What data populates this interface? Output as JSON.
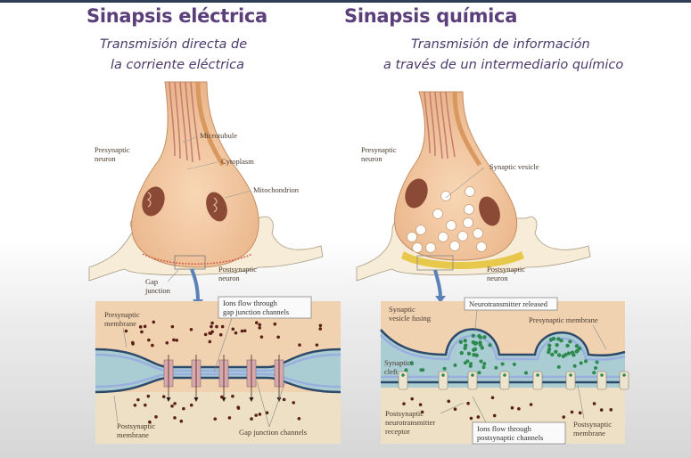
{
  "left_panel": {
    "title": "Sinapsis eléctrica",
    "subtitle_line1": "Transmisión directa de",
    "subtitle_line2": "la corriente eléctrica",
    "labels": {
      "presynaptic_neuron_1": "Presynaptic",
      "presynaptic_neuron_2": "neuron",
      "microtubule": "Microtubule",
      "cytoplasm": "Cytoplasm",
      "mitochondrion": "Mitochondrion",
      "gap_junction_1": "Gap",
      "gap_junction_2": "junction",
      "postsynaptic_neuron_1": "Postsynaptic",
      "postsynaptic_neuron_2": "neuron"
    },
    "detail": {
      "presynaptic_membrane_1": "Presynaptic",
      "presynaptic_membrane_2": "membrane",
      "ions_flow_1": "Ions flow through",
      "ions_flow_2": "gap junction channels",
      "postsynaptic_membrane_1": "Postsynaptic",
      "postsynaptic_membrane_2": "membrane",
      "gap_junction_channels": "Gap junction channels"
    }
  },
  "right_panel": {
    "title": "Sinapsis química",
    "subtitle_line1": "Transmisión de información",
    "subtitle_line2": "a través de un intermediario químico",
    "labels": {
      "presynaptic_neuron_1": "Presynaptic",
      "presynaptic_neuron_2": "neuron",
      "synaptic_vesicle": "Synaptic vesicle",
      "postsynaptic_neuron_1": "Postsynaptic",
      "postsynaptic_neuron_2": "neuron"
    },
    "detail": {
      "vesicle_fusing_1": "Synaptic",
      "vesicle_fusing_2": "vesicle fusing",
      "neurotransmitter_released": "Neurotransmitter released",
      "presynaptic_membrane": "Presynaptic membrane",
      "synaptic_cleft_1": "Synaptic",
      "synaptic_cleft_2": "cleft",
      "receptor_1": "Postsynaptic",
      "receptor_2": "neurotransmitter",
      "receptor_3": "receptor",
      "ions_flow_1": "Ions flow through",
      "ions_flow_2": "postsynaptic channels",
      "postsynaptic_membrane_1": "Postsynaptic",
      "postsynaptic_membrane_2": "membrane"
    }
  },
  "colors": {
    "title": "#5b3f7a",
    "subtitle": "#4a3a6a",
    "cytoplasm": "#f3c9a0",
    "mitochondrion": "#8a4a35",
    "cleft": "#a9cdd2",
    "membrane": "#2e4a6b",
    "postsynaptic_fill": "#efdcc0",
    "neurotransmitter": "#2d8a4e",
    "ion": "#5a2018"
  }
}
